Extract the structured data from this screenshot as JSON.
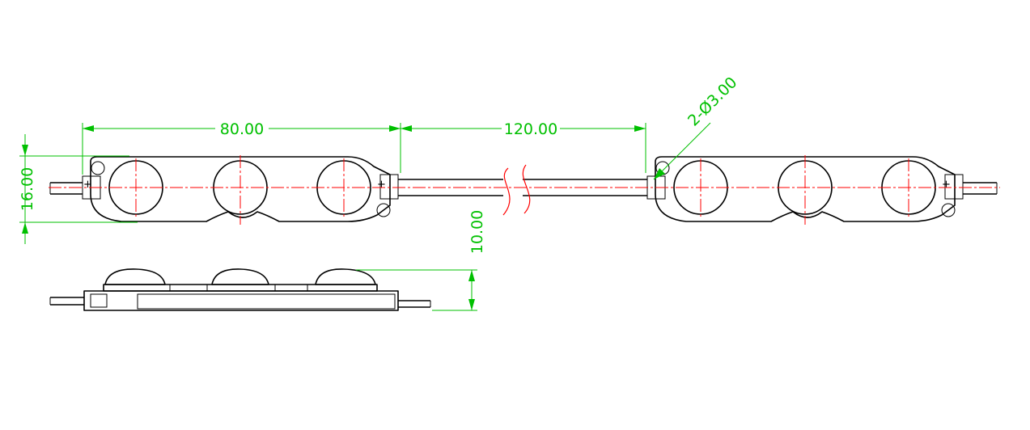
{
  "dimensions": {
    "module_length": "80.00",
    "module_spacing": "120.00",
    "module_width": "16.00",
    "module_height": "10.00",
    "mounting_hole": "2-Ø3.00"
  },
  "colors": {
    "outline": "#000000",
    "centerline": "#ff0000",
    "dimension": "#00c000",
    "background": "#ffffff"
  }
}
